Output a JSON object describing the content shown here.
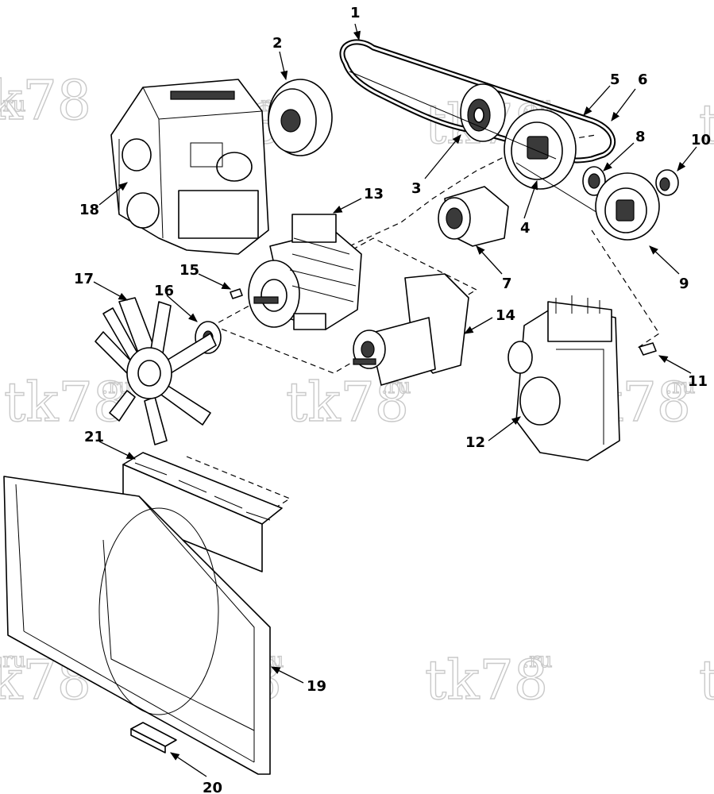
{
  "watermark": {
    "text": "tk78",
    "suffix": ".ru"
  },
  "callouts": [
    {
      "id": "c1",
      "label": "1"
    },
    {
      "id": "c2",
      "label": "2"
    },
    {
      "id": "c3",
      "label": "3"
    },
    {
      "id": "c4",
      "label": "4"
    },
    {
      "id": "c5",
      "label": "5"
    },
    {
      "id": "c6",
      "label": "6"
    },
    {
      "id": "c7",
      "label": "7"
    },
    {
      "id": "c8",
      "label": "8"
    },
    {
      "id": "c9",
      "label": "9"
    },
    {
      "id": "c10",
      "label": "10"
    },
    {
      "id": "c11",
      "label": "11"
    },
    {
      "id": "c12",
      "label": "12"
    },
    {
      "id": "c13",
      "label": "13"
    },
    {
      "id": "c14",
      "label": "14"
    },
    {
      "id": "c15",
      "label": "15"
    },
    {
      "id": "c16",
      "label": "16"
    },
    {
      "id": "c17",
      "label": "17"
    },
    {
      "id": "c18",
      "label": "18"
    },
    {
      "id": "c19",
      "label": "19"
    },
    {
      "id": "c20",
      "label": "20"
    },
    {
      "id": "c21",
      "label": "21"
    }
  ]
}
